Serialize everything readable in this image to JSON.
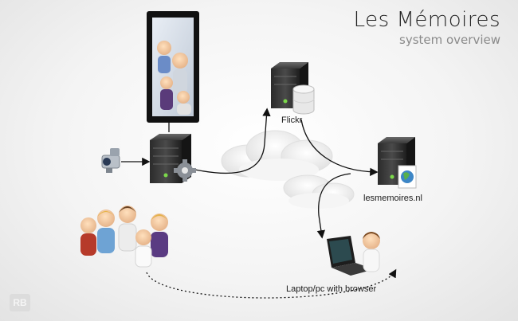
{
  "title": {
    "main": "Les Mémoires",
    "subtitle": "system overview"
  },
  "labels": {
    "flickr": "Flickr",
    "site": "lesmemoires.nl",
    "laptop": "Laptop/pc with browser"
  },
  "watermark": "RB",
  "icons": [
    "display-screen-icon",
    "camcorder-icon",
    "server-icon",
    "gear-icon",
    "database-icon",
    "cloud-icon",
    "globe-document-icon",
    "laptop-icon",
    "person-icon",
    "people-group-icon"
  ],
  "colors": {
    "server_led": "#7bd94a",
    "arrow": "#111111",
    "cloud": "#f7f7f7"
  }
}
